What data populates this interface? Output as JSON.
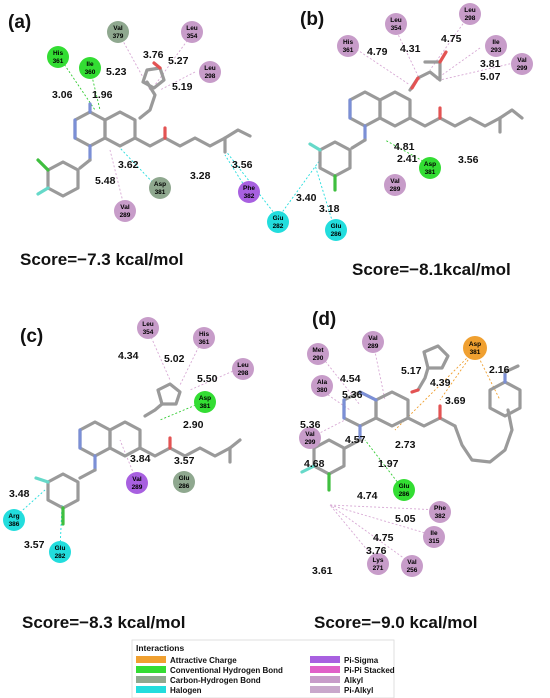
{
  "panels": [
    {
      "label": "(a)",
      "score": "Score=−7.3 kcal/mol",
      "residues": [
        {
          "name": "His",
          "num": "361",
          "color": "#33dd33"
        },
        {
          "name": "Ile",
          "num": "360",
          "color": "#33dd33"
        },
        {
          "name": "Val",
          "num": "379",
          "color": "#8fa88f"
        },
        {
          "name": "Leu",
          "num": "354",
          "color": "#c79cc9"
        },
        {
          "name": "Leu",
          "num": "298",
          "color": "#c79cc9"
        },
        {
          "name": "Asp",
          "num": "381",
          "color": "#8fa88f"
        },
        {
          "name": "Val",
          "num": "289",
          "color": "#c79cc9"
        },
        {
          "name": "Phe",
          "num": "382",
          "color": "#a860e0"
        },
        {
          "name": "Glu",
          "num": "282",
          "color": "#22dddd"
        }
      ],
      "distances": [
        "3.76",
        "5.27",
        "5.23",
        "5.19",
        "3.06",
        "1.96",
        "3.62",
        "5.48",
        "3.56",
        "3.28"
      ]
    },
    {
      "label": "(b)",
      "score": "Score=−8.1kcal/mol",
      "residues": [
        {
          "name": "Leu",
          "num": "354",
          "color": "#c79cc9"
        },
        {
          "name": "Leu",
          "num": "298",
          "color": "#c79cc9"
        },
        {
          "name": "His",
          "num": "361",
          "color": "#c79cc9"
        },
        {
          "name": "Ile",
          "num": "293",
          "color": "#c79cc9"
        },
        {
          "name": "Val",
          "num": "299",
          "color": "#c79cc9"
        },
        {
          "name": "Asp",
          "num": "381",
          "color": "#33dd33"
        },
        {
          "name": "Val",
          "num": "289",
          "color": "#c79cc9"
        },
        {
          "name": "Glu",
          "num": "286",
          "color": "#22dddd"
        }
      ],
      "distances": [
        "4.79",
        "4.31",
        "4.75",
        "3.81",
        "5.07",
        "4.81",
        "2.41",
        "3.56",
        "3.40",
        "3.18"
      ]
    },
    {
      "label": "(c)",
      "score": "Score=−8.3 kcal/mol",
      "residues": [
        {
          "name": "Leu",
          "num": "354",
          "color": "#c79cc9"
        },
        {
          "name": "His",
          "num": "361",
          "color": "#c79cc9"
        },
        {
          "name": "Leu",
          "num": "298",
          "color": "#c79cc9"
        },
        {
          "name": "Asp",
          "num": "381",
          "color": "#33dd33"
        },
        {
          "name": "Val",
          "num": "289",
          "color": "#a860e0"
        },
        {
          "name": "Glu",
          "num": "286",
          "color": "#8fa88f"
        },
        {
          "name": "Arg",
          "num": "386",
          "color": "#22dddd"
        },
        {
          "name": "Glu",
          "num": "282",
          "color": "#22dddd"
        }
      ],
      "distances": [
        "4.34",
        "5.02",
        "5.50",
        "2.90",
        "3.84",
        "3.57",
        "3.48",
        "3.57"
      ]
    },
    {
      "label": "(d)",
      "score": "Score=−9.0 kcal/mol",
      "residues": [
        {
          "name": "Met",
          "num": "290",
          "color": "#c79cc9"
        },
        {
          "name": "Val",
          "num": "289",
          "color": "#c79cc9"
        },
        {
          "name": "Asp",
          "num": "381",
          "color": "#f0a030"
        },
        {
          "name": "Ala",
          "num": "380",
          "color": "#c79cc9"
        },
        {
          "name": "Val",
          "num": "299",
          "color": "#c79cc9"
        },
        {
          "name": "Glu",
          "num": "286",
          "color": "#33dd33"
        },
        {
          "name": "Phe",
          "num": "382",
          "color": "#c79cc9"
        },
        {
          "name": "Ile",
          "num": "315",
          "color": "#c79cc9"
        },
        {
          "name": "Lys",
          "num": "271",
          "color": "#c79cc9"
        },
        {
          "name": "Val",
          "num": "256",
          "color": "#c79cc9"
        }
      ],
      "distances": [
        "4.54",
        "5.17",
        "4.39",
        "2.16",
        "5.36",
        "3.69",
        "5.36",
        "4.57",
        "2.73",
        "4.68",
        "1.97",
        "4.74",
        "5.05",
        "4.75",
        "3.61",
        "3.76"
      ]
    }
  ],
  "legend": {
    "title": "Interactions",
    "items": [
      {
        "label": "Attractive Charge",
        "color": "#f0a030"
      },
      {
        "label": "Conventional Hydrogen Bond",
        "color": "#33dd33"
      },
      {
        "label": "Carbon-Hydrogen Bond",
        "color": "#8fa88f"
      },
      {
        "label": "Halogen",
        "color": "#22dddd"
      },
      {
        "label": "Pi-Sigma",
        "color": "#a860e0"
      },
      {
        "label": "Pi-Pi Stacked",
        "color": "#e060c8"
      },
      {
        "label": "Alkyl",
        "color": "#c79cc9"
      },
      {
        "label": "Pi-Alkyl",
        "color": "#c9a8cc"
      }
    ]
  }
}
